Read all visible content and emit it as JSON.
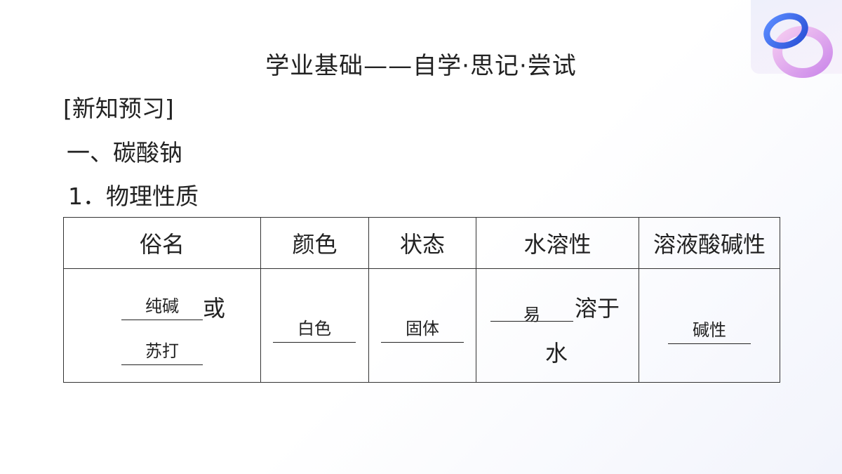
{
  "title": "学业基础——自学·思记·尝试",
  "preview_label": "[新知预习]",
  "section_heading": "一、碳酸钠",
  "item_heading": "1．物理性质",
  "table": {
    "headers": [
      "俗名",
      "颜色",
      "状态",
      "水溶性",
      "溶液酸碱性"
    ],
    "common_name": {
      "answer1": "纯碱",
      "connector": "或",
      "answer2": "苏打"
    },
    "color": {
      "answer": "白色"
    },
    "state": {
      "answer": "固体"
    },
    "solubility": {
      "answer": "易",
      "suffix1": "溶于",
      "suffix2": "水"
    },
    "alkalinity": {
      "answer": "碱性"
    }
  },
  "decoration": {
    "ring_colors": [
      "#3a6ff0",
      "#c77de8"
    ]
  }
}
